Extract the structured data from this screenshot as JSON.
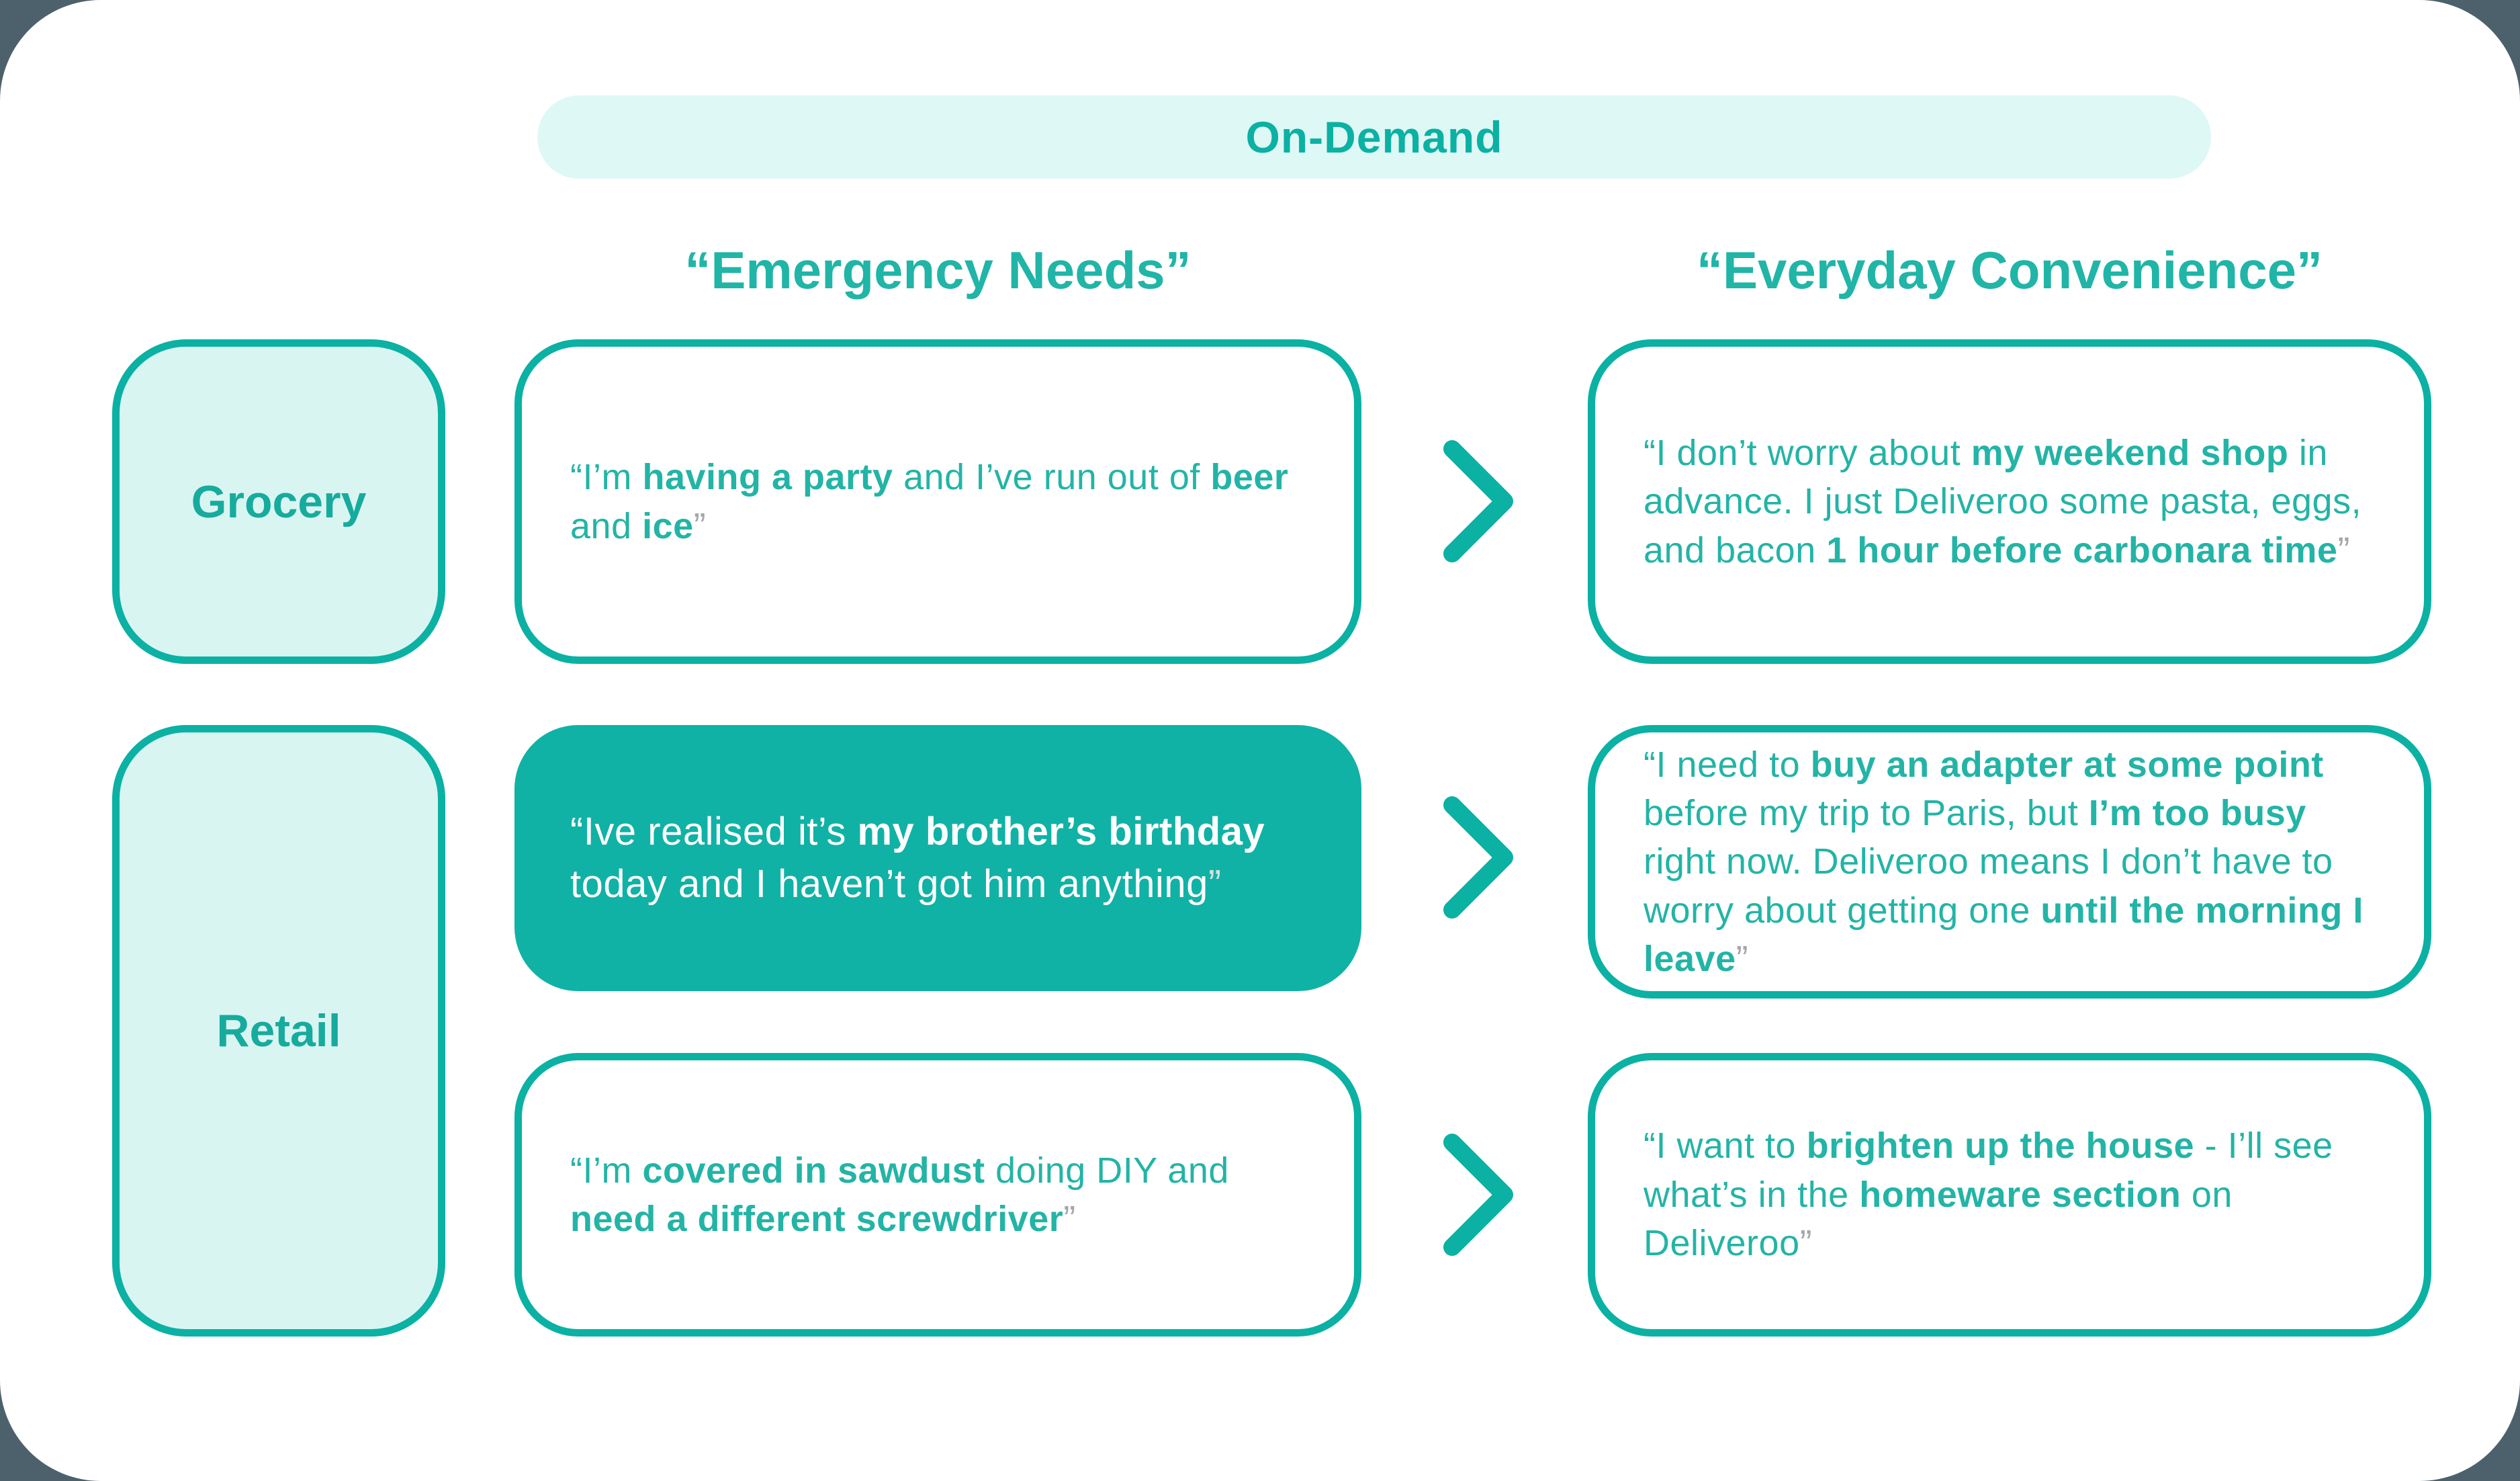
{
  "colors": {
    "teal": "#0bb1a3",
    "mint_fill": "#d9f5f2",
    "pill_fill": "#def8f5",
    "filled_box": "#10b2a5",
    "muted_quote_mark": "#a4a7a9",
    "background": "#4c616b",
    "canvas": "#ffffff"
  },
  "pill": {
    "label": "On-Demand"
  },
  "columns": [
    {
      "header": "“Emergency Needs”"
    },
    {
      "header": "“Everyday Convenience”"
    }
  ],
  "categories": [
    {
      "label": "Grocery"
    },
    {
      "label": "Retail"
    }
  ],
  "quotes": {
    "grocery_left": {
      "runs": [
        {
          "t": "“I’m "
        },
        {
          "t": "having a party",
          "b": true
        },
        {
          "t": " and I’ve run out of "
        },
        {
          "t": "beer",
          "b": true
        },
        {
          "t": " and "
        },
        {
          "t": "ice",
          "b": true
        },
        {
          "t": "”",
          "m": true
        }
      ]
    },
    "grocery_right": {
      "runs": [
        {
          "t": "“I don’t worry about "
        },
        {
          "t": "my weekend shop",
          "b": true
        },
        {
          "t": " in advance. I just Deliveroo some pasta, eggs, and bacon "
        },
        {
          "t": "1 hour before carbonara time",
          "b": true
        },
        {
          "t": "”",
          "m": true
        }
      ]
    },
    "retail_left_1": {
      "runs": [
        {
          "t": "“Ive realised it’s "
        },
        {
          "t": "my brother’s birthday",
          "b": true
        },
        {
          "t": " today and I haven’t got him anything"
        },
        {
          "t": "”",
          "m": true
        }
      ]
    },
    "retail_right_1": {
      "runs": [
        {
          "t": "“I need to "
        },
        {
          "t": "buy an adapter at some point",
          "b": true
        },
        {
          "t": " before my trip to Paris, but "
        },
        {
          "t": "I’m too busy",
          "b": true
        },
        {
          "t": " right now. Deliveroo means I don’t have to worry about getting one "
        },
        {
          "t": "until the morning I leave",
          "b": true
        },
        {
          "t": "”",
          "m": true
        }
      ]
    },
    "retail_left_2": {
      "runs": [
        {
          "t": "“I’m "
        },
        {
          "t": "covered in sawdust",
          "b": true
        },
        {
          "t": " doing DIY and "
        },
        {
          "t": "need a different screwdriver",
          "b": true
        },
        {
          "t": "”",
          "m": true
        }
      ]
    },
    "retail_right_2": {
      "runs": [
        {
          "t": "“I want to "
        },
        {
          "t": "brighten up the house",
          "b": true
        },
        {
          "t": " - I’ll see what’s in the "
        },
        {
          "t": "homeware section",
          "b": true
        },
        {
          "t": " on Deliveroo"
        },
        {
          "t": "”",
          "m": true
        }
      ]
    }
  }
}
